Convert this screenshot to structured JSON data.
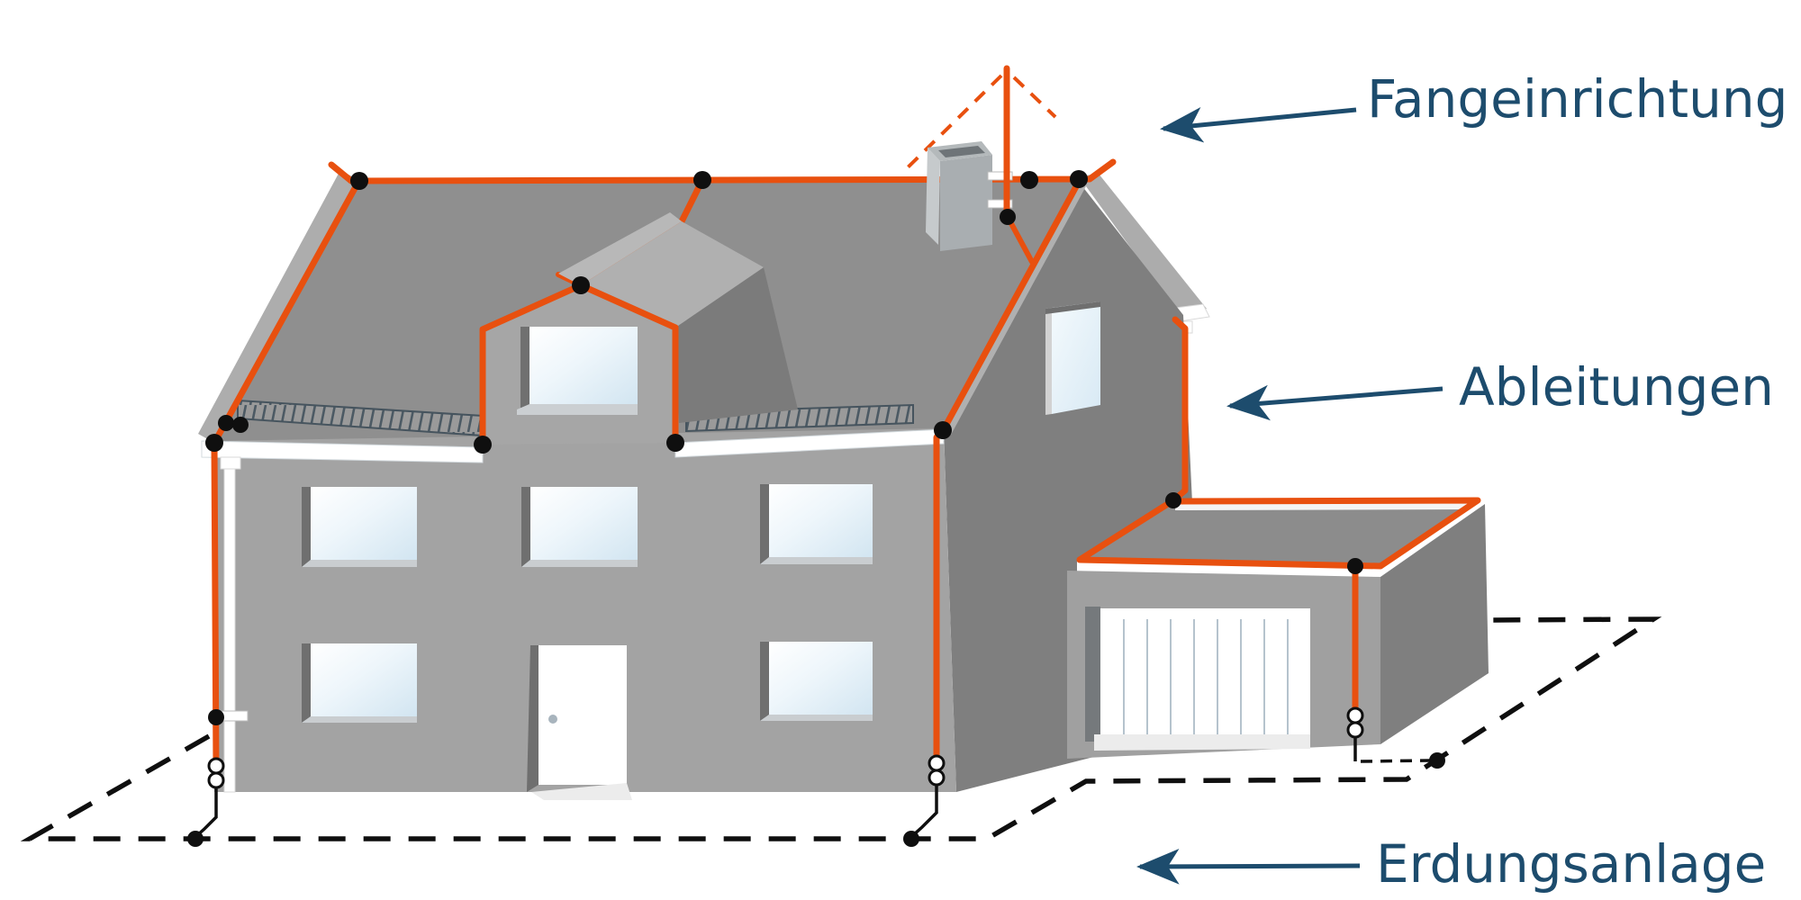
{
  "labels": {
    "air_termination": "Fangeinrichtung",
    "down_conductor": "Ableitungen",
    "earthing": "Erdungsanlage"
  },
  "colors": {
    "conductor_orange": "#e8500f",
    "label_blue": "#1d4c6d",
    "earth_line_black": "#0f0f0f",
    "wall_front_gray": "#a3a3a3",
    "wall_side_gray": "#7f7f7f",
    "roof_gray": "#8f8f8f",
    "background": "#ffffff"
  }
}
